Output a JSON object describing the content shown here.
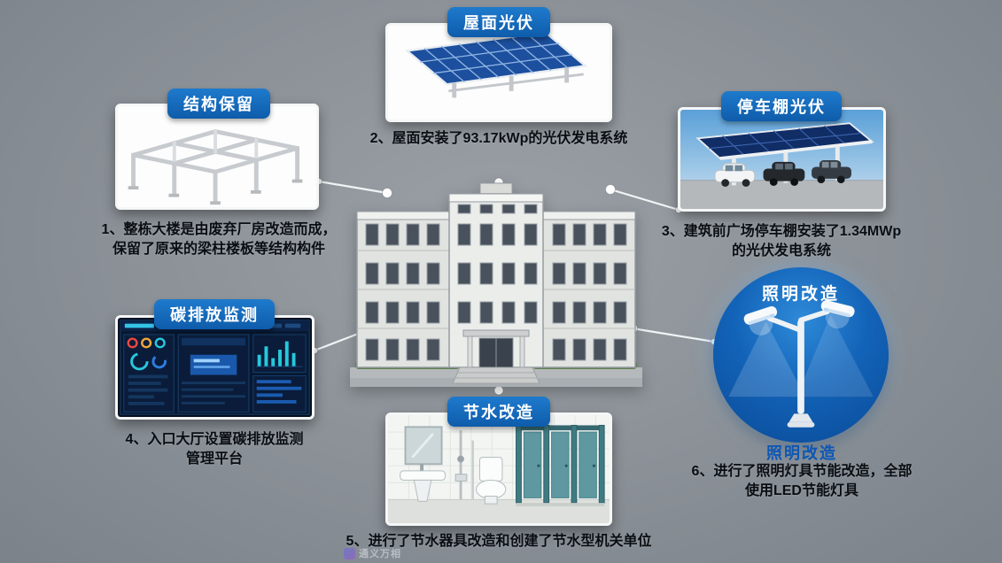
{
  "colors": {
    "background": "#8b9197",
    "accent_blue": "#1166bd",
    "caption_text": "#0a0e13",
    "connector_white": "#f7f9fa"
  },
  "callouts": {
    "structure": {
      "label": "结构保留",
      "caption_lines": [
        "1、整栋大楼是由废弃厂房改造而成，",
        "保留了原来的梁柱楼板等结构构件"
      ]
    },
    "roof_pv": {
      "label": "屋面光伏",
      "caption_lines": [
        "2、屋面安装了93.17kWp的光伏发电系统"
      ]
    },
    "carport_pv": {
      "label": "停车棚光伏",
      "caption_lines": [
        "3、建筑前广场停车棚安装了1.34MWp",
        "的光伏发电系统"
      ]
    },
    "carbon": {
      "label": "碳排放监测",
      "caption_lines": [
        "4、入口大厅设置碳排放监测",
        "管理平台"
      ]
    },
    "water": {
      "label": "节水改造",
      "caption_lines": [
        "5、进行了节水器具改造和创建了节水型机关单位"
      ]
    },
    "lighting": {
      "label": "照明改造",
      "subtitle": "照明改造",
      "caption_lines": [
        "6、进行了照明灯具节能改造，全部",
        "使用LED节能灯具"
      ]
    }
  },
  "watermark": {
    "text": "通义万相"
  }
}
